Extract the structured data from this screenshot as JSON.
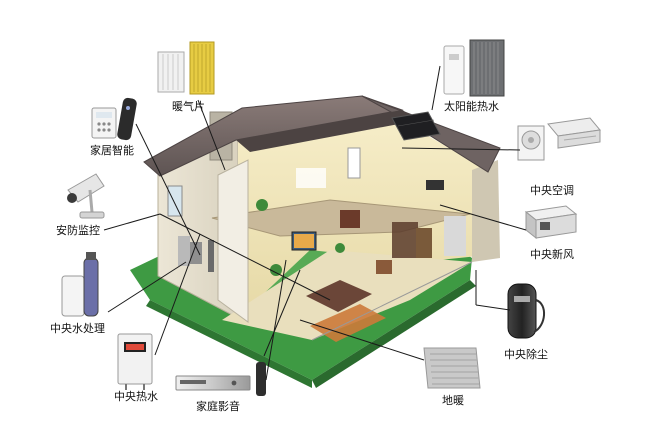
{
  "diagram": {
    "labels": {
      "radiator": "暖气片",
      "solar_water": "太阳能热水",
      "smart_home": "家居智能",
      "central_ac": "中央空调",
      "security": "安防监控",
      "fresh_air": "中央新风",
      "water_treatment": "中央水处理",
      "central_vacuum": "中央除尘",
      "water_heater": "中央热水",
      "home_theater": "家庭影音",
      "floor_heating": "地暖"
    }
  }
}
